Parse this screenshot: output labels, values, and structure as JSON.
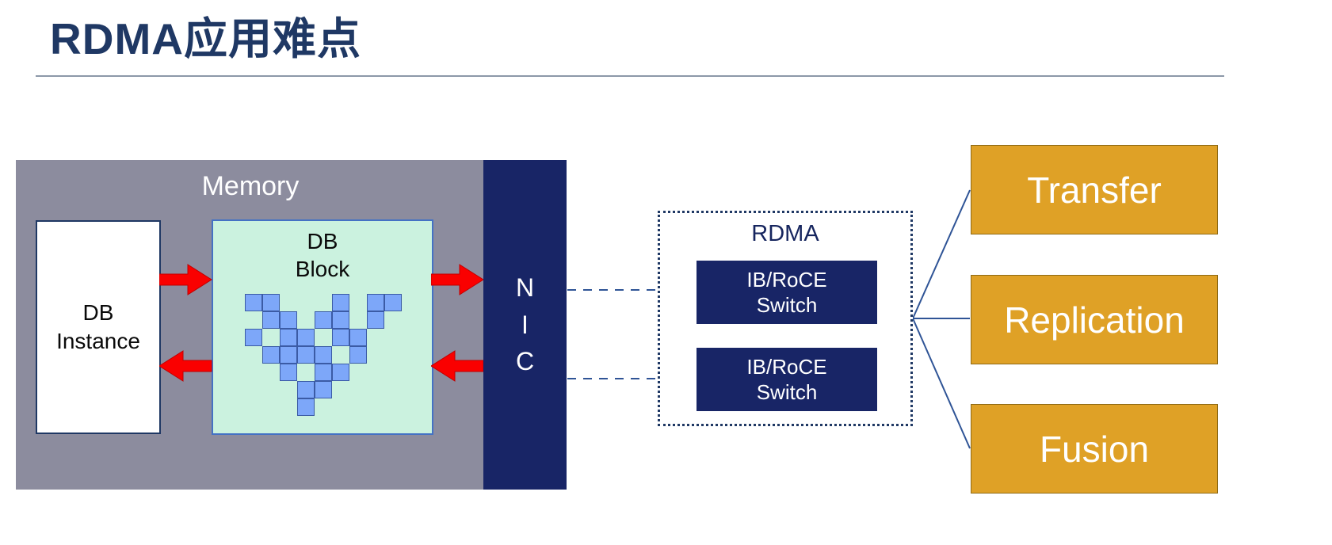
{
  "title": "RDMA应用难点",
  "colors": {
    "title_navy": "#1F3864",
    "memory_gray": "#8C8C9E",
    "nic_navy": "#182566",
    "switch_navy": "#182566",
    "block_mint": "#CBF2DF",
    "block_border_blue": "#4472C4",
    "square_blue": "#7DA7F9",
    "arrow_red": "#FA0000",
    "output_orange": "#DFA126",
    "connector_blue": "#2F5496"
  },
  "memory": {
    "label": "Memory"
  },
  "db_instance": {
    "line1": "DB",
    "line2": "Instance"
  },
  "db_block": {
    "line1": "DB",
    "line2": "Block",
    "grid": [
      "110001011",
      "011011010",
      "101101100",
      "011110100",
      "001011000",
      "000110000",
      "000100000"
    ]
  },
  "nic": {
    "line1": "N",
    "line2": "I",
    "line3": "C"
  },
  "rdma": {
    "label": "RDMA",
    "switches": [
      {
        "line1": "IB/RoCE",
        "line2": "Switch"
      },
      {
        "line1": "IB/RoCE",
        "line2": "Switch"
      }
    ]
  },
  "outputs": [
    {
      "label": "Transfer"
    },
    {
      "label": "Replication"
    },
    {
      "label": "Fusion"
    }
  ]
}
